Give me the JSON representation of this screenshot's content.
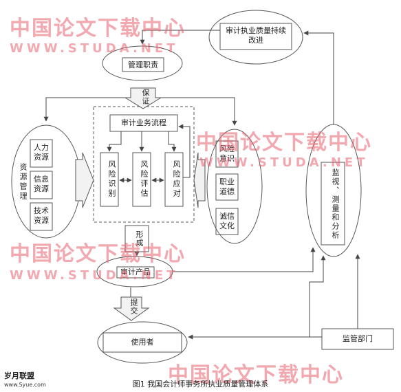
{
  "diagram": {
    "nodes": {
      "improve": "审计执业质量持续改进",
      "mgmt": "管理职责",
      "guarantee": "保证",
      "process": "审计业务流程",
      "risk_identify": "风险识别",
      "risk_assess": "风险评估",
      "risk_respond": "风险应对",
      "resource_mgmt": "资源管理",
      "human": "人力资源",
      "info": "信息资源",
      "tech": "技术资源",
      "risk_awareness": "风险意识",
      "ethics": "职业道德",
      "integrity": "诚信文化",
      "monitor": "监视、测量和分析",
      "form": "形成",
      "product": "审计产品",
      "submit": "提交",
      "user": "使用者",
      "regulator": "监管部门"
    },
    "caption": "图1 我国会计师事务所执业质量管理体系"
  },
  "watermarks": {
    "cn": "中国论文下载中心",
    "en": "WWW.STUDA.NET"
  },
  "logo": {
    "name": "岁月联盟",
    "url": "www.Syue.com"
  },
  "colors": {
    "line": "#555555",
    "watermark": "#e8606e"
  }
}
